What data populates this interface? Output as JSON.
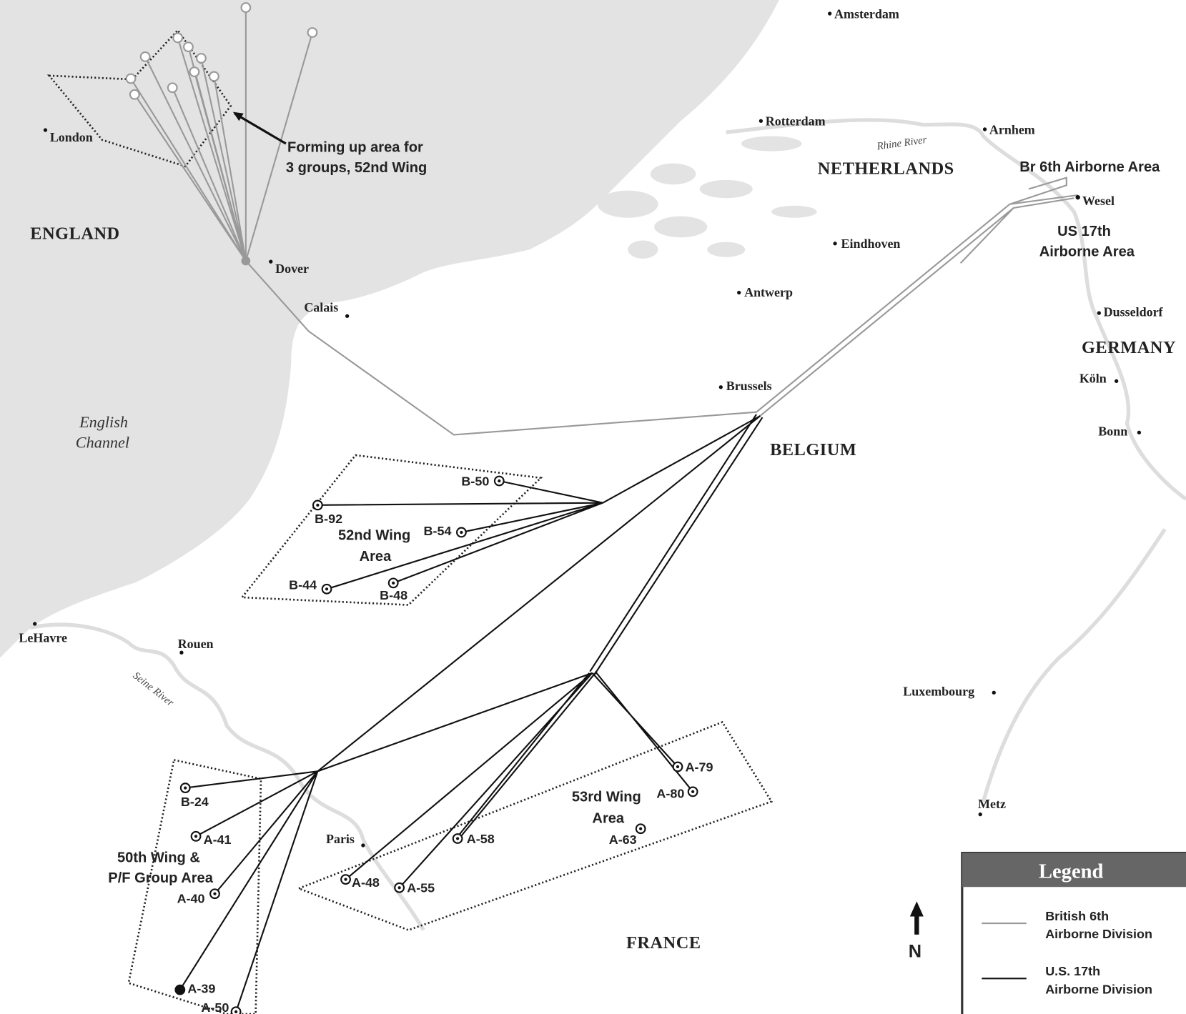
{
  "cities": {
    "amsterdam": "Amsterdam",
    "rotterdam": "Rotterdam",
    "arnhem": "Arnhem",
    "wesel": "Wesel",
    "eindhoven": "Eindhoven",
    "antwerp": "Antwerp",
    "dusseldorf": "Dusseldorf",
    "koln": "Köln",
    "bonn": "Bonn",
    "brussels": "Brussels",
    "london": "London",
    "dover": "Dover",
    "calais": "Calais",
    "lehavre": "LeHavre",
    "rouen": "Rouen",
    "paris": "Paris",
    "luxembourg": "Luxembourg",
    "metz": "Metz"
  },
  "countries": {
    "england": "ENGLAND",
    "netherlands": "NETHERLANDS",
    "germany": "GERMANY",
    "belgium": "BELGIUM",
    "france": "FRANCE"
  },
  "water": {
    "channel_1": "English",
    "channel_2": "Channel",
    "rhine": "Rhine River",
    "seine": "Seine River"
  },
  "areas": {
    "forming_1": "Forming up area for",
    "forming_2": "3 groups, 52nd Wing",
    "br6": "Br 6th Airborne Area",
    "us17_1": "US 17th",
    "us17_2": "Airborne Area",
    "wing52_1": "52nd Wing",
    "wing52_2": "Area",
    "wing53_1": "53rd Wing",
    "wing53_2": "Area",
    "wing50_1": "50th Wing &",
    "wing50_2": "P/F Group Area"
  },
  "airfields": [
    "B-50",
    "B-92",
    "B-54",
    "B-44",
    "B-48",
    "B-24",
    "A-41",
    "A-40",
    "A-39",
    "A-50",
    "A-48",
    "A-55",
    "A-58",
    "A-63",
    "A-79",
    "A-80"
  ],
  "north": "N",
  "legend": {
    "title": "Legend",
    "items": [
      {
        "line1": "British 6th",
        "line2": "Airborne Division",
        "color": "#999999"
      },
      {
        "line1": "U.S. 17th",
        "line2": "Airborne Division",
        "color": "#111111"
      }
    ]
  }
}
